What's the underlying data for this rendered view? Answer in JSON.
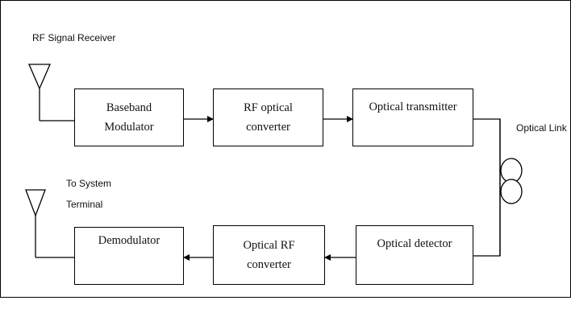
{
  "labels": {
    "rf_receiver": "RF Signal Receiver",
    "optical_link": "Optical Link",
    "to_system_line1": "To System",
    "to_system_line2": "Terminal"
  },
  "blocks": {
    "baseband_modulator": [
      "Baseband",
      "Modulator"
    ],
    "rf_optical_converter": [
      "RF optical",
      "converter"
    ],
    "optical_transmitter": [
      "Optical transmitter"
    ],
    "demodulator": [
      "Demodulator"
    ],
    "optical_rf_converter": [
      "Optical RF",
      "converter"
    ],
    "optical_detector": [
      "Optical detector"
    ]
  }
}
